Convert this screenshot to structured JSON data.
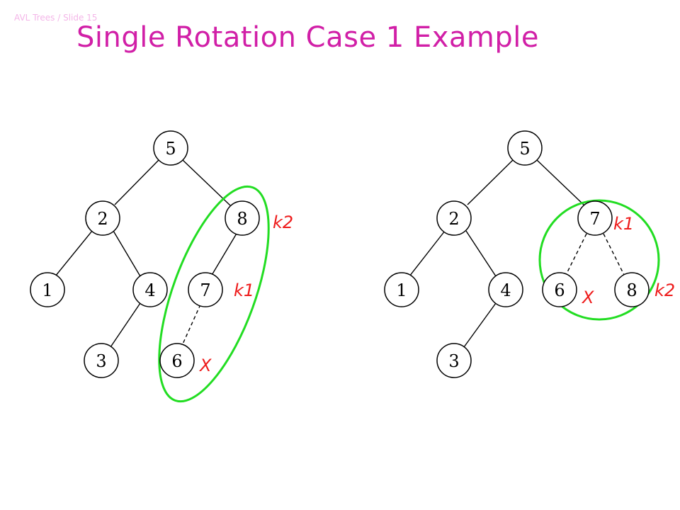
{
  "slide": {
    "breadcrumb": "AVL Trees / Slide 15",
    "title": "Single Rotation Case 1 Example"
  },
  "colors": {
    "title": "#d11fa7",
    "breadcrumb": "#f4b6e8",
    "annotation": "#ee1c1c",
    "highlight_ring": "#22dd22"
  },
  "before_tree": {
    "nodes": [
      "5",
      "2",
      "8",
      "1",
      "4",
      "7",
      "3",
      "6"
    ],
    "annotations": {
      "k2": "k2",
      "k1": "k1",
      "x": "X"
    }
  },
  "after_tree": {
    "nodes": [
      "5",
      "2",
      "7",
      "1",
      "4",
      "6",
      "8",
      "3"
    ],
    "annotations": {
      "k1": "k1",
      "x": "X",
      "k2": "k2"
    }
  }
}
